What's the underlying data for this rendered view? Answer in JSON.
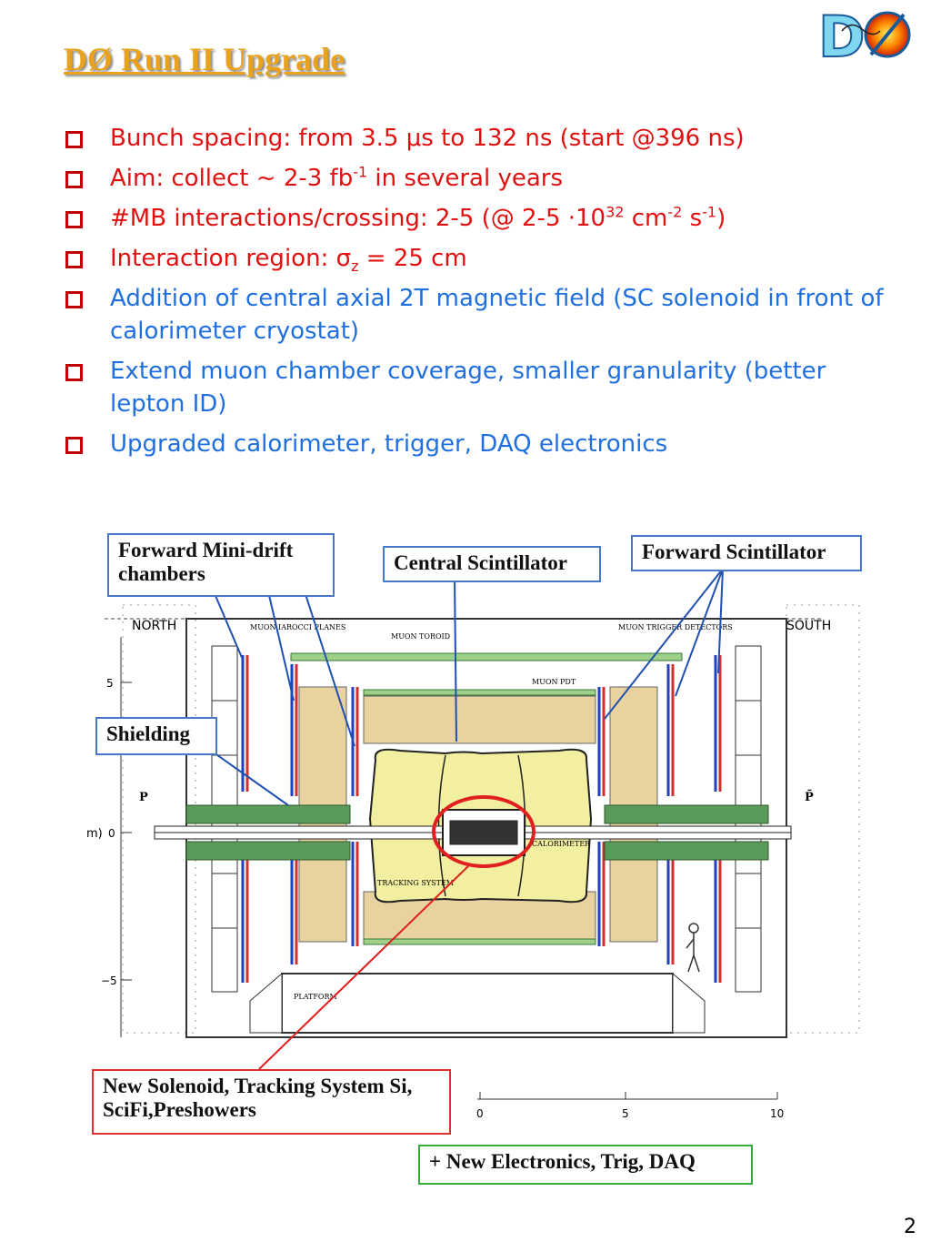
{
  "title": "DØ Run II Upgrade",
  "logo": {
    "text": "DØ",
    "icon": "d0-logo-icon"
  },
  "bullets": [
    {
      "color": "red",
      "parts": [
        "Bunch spacing: from 3.5 ",
        "μ",
        "s to 132 ns  (start @396 ns)"
      ]
    },
    {
      "color": "red",
      "parts": [
        "Aim: collect ",
        "~",
        " 2-3 fb",
        "-1",
        " in several years"
      ]
    },
    {
      "color": "red",
      "parts": [
        "#MB interactions/crossing: 2-5 (@ 2-5 ·10",
        "32",
        " cm",
        "-2",
        " s",
        "-1",
        ")"
      ]
    },
    {
      "color": "red",
      "parts": [
        "Interaction region: ",
        "σ",
        "z",
        " = 25 cm"
      ]
    },
    {
      "color": "blue",
      "parts": [
        "Addition of central axial 2T magnetic field (SC solenoid in front of calorimeter cryostat)"
      ]
    },
    {
      "color": "blue",
      "parts": [
        "Extend muon chamber coverage, smaller granularity (better lepton ID)"
      ]
    },
    {
      "color": "blue",
      "parts": [
        "Upgraded calorimeter, trigger, DAQ electronics"
      ]
    }
  ],
  "callouts": {
    "forward_mini_drift": "Forward Mini-drift chambers",
    "central_scintillator": "Central Scintillator",
    "forward_scintillator": "Forward Scintillator",
    "shielding": "Shielding",
    "new_solenoid": "New Solenoid, Tracking System Si, SciFi,Preshowers",
    "new_electronics": "+ New Electronics, Trig, DAQ"
  },
  "detector_labels": {
    "north": "NORTH",
    "south": "SOUTH",
    "muon_iarocci": "MUON IAROCCI PLANES",
    "muon_toroid": "MUON TOROID",
    "muon_pdt": "MUON PDT",
    "muon_trigger": "MUON TRIGGER DETECTORS",
    "calorimeter": "CALORIMETER",
    "tracking": "TRACKING SYSTEM",
    "platform": "PLATFORM",
    "p": "P",
    "pbar": "P̄",
    "y_axis_unit": "m)",
    "y_ticks": [
      "5",
      "0",
      "−5"
    ],
    "x_ticks": [
      "0",
      "5",
      "10"
    ]
  },
  "colors": {
    "title": "#e8a21e",
    "red_text": "#e01010",
    "blue_text": "#1f6fe0",
    "calorimeter": "#f2f0a0",
    "shield": "#5a9a5a",
    "iron": "#e8d2a0"
  },
  "page_number": "2"
}
